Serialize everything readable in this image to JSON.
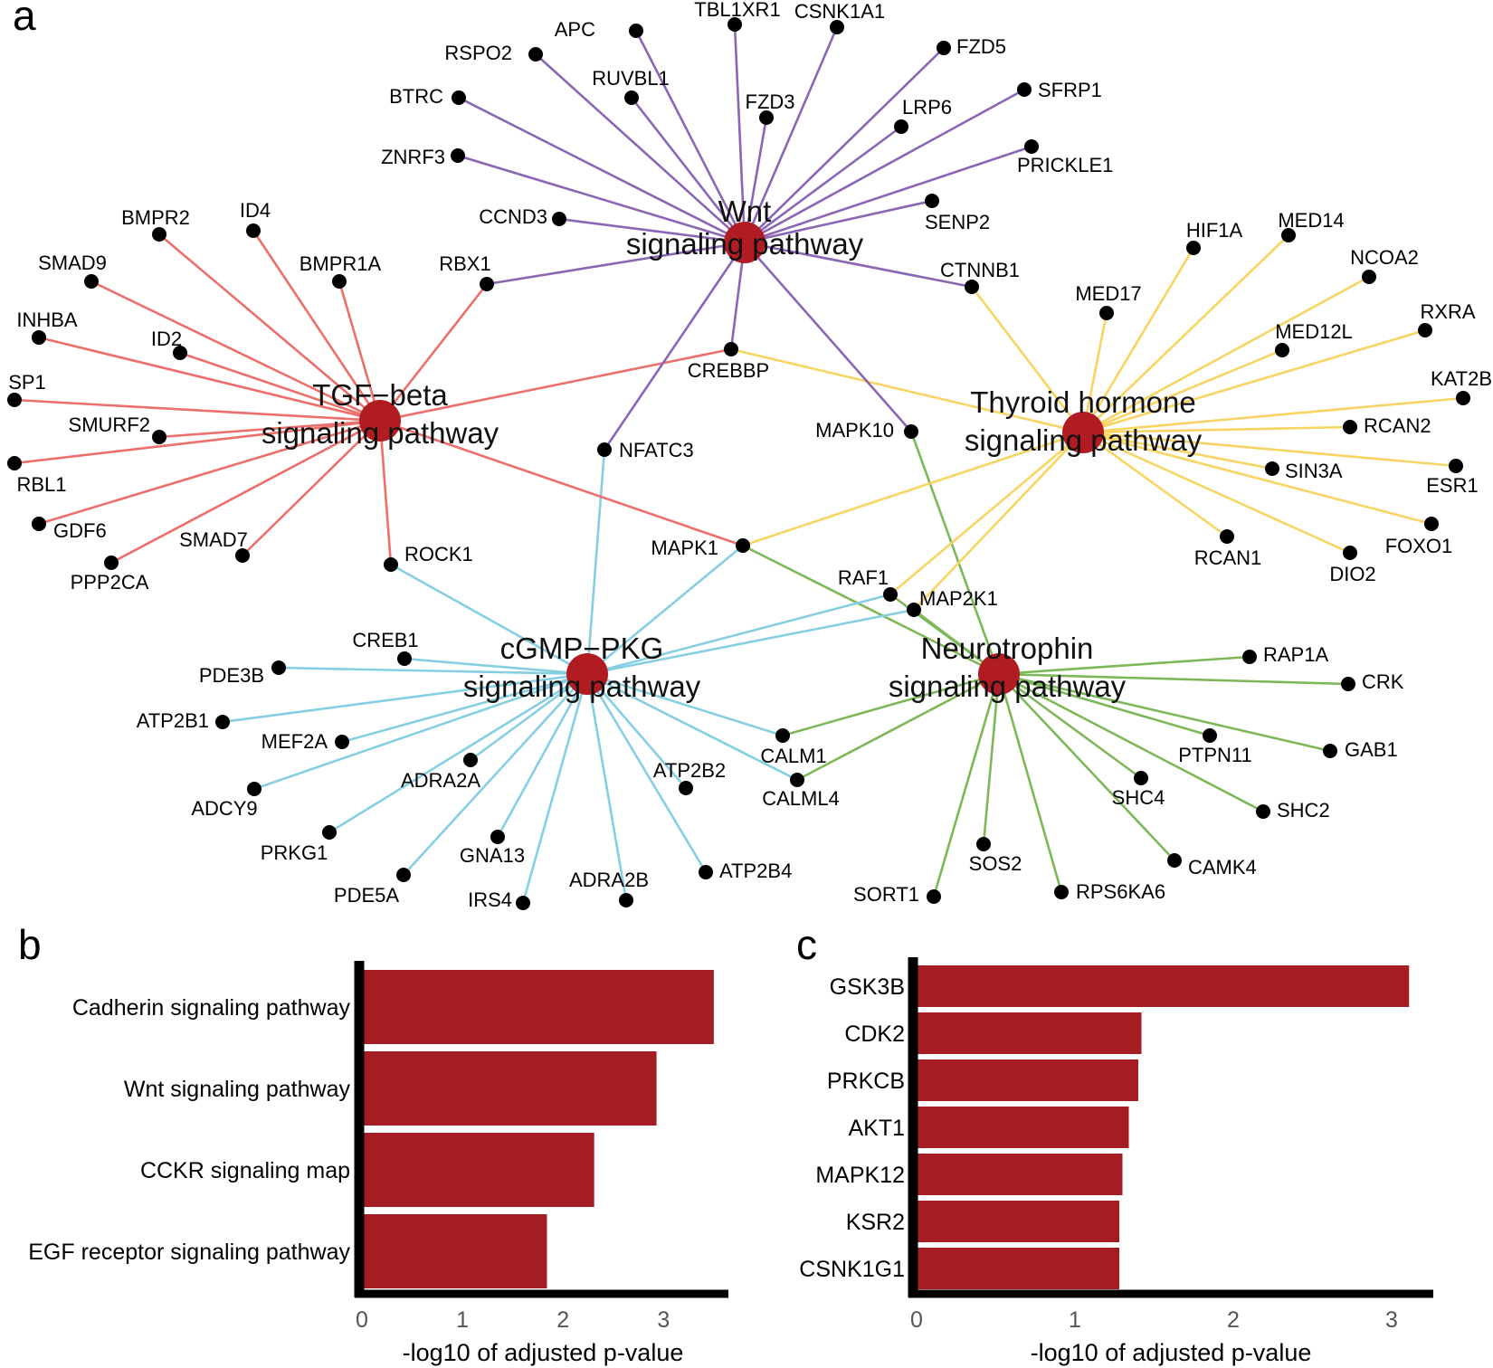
{
  "panels": {
    "a": "a",
    "b": "b",
    "c": "c"
  },
  "colors": {
    "hub": "#b01c22",
    "node": "#000000",
    "bar": "#a61c23",
    "edge_wnt": "#8a66b4",
    "edge_tgf": "#ec6f6b",
    "edge_thyroid": "#f8d562",
    "edge_cgmp": "#86cfe3",
    "edge_neuro": "#7cb858"
  },
  "network": {
    "hubs": [
      {
        "id": "wnt",
        "lines": [
          "Wnt",
          "signaling pathway"
        ]
      },
      {
        "id": "tgf",
        "lines": [
          "TGF−beta",
          "signaling pathway"
        ]
      },
      {
        "id": "thyroid",
        "lines": [
          "Thyroid hormone",
          "signaling pathway"
        ]
      },
      {
        "id": "cgmp",
        "lines": [
          "cGMP−PKG",
          "signaling pathway"
        ]
      },
      {
        "id": "neuro",
        "lines": [
          "Neurotrophin",
          "signaling pathway"
        ]
      }
    ],
    "genes": [
      {
        "name": "APC",
        "pathways": [
          "wnt"
        ]
      },
      {
        "name": "TBL1XR1",
        "pathways": [
          "wnt"
        ]
      },
      {
        "name": "CSNK1A1",
        "pathways": [
          "wnt"
        ]
      },
      {
        "name": "RSPO2",
        "pathways": [
          "wnt"
        ]
      },
      {
        "name": "FZD5",
        "pathways": [
          "wnt"
        ]
      },
      {
        "name": "RUVBL1",
        "pathways": [
          "wnt"
        ]
      },
      {
        "name": "BTRC",
        "pathways": [
          "wnt"
        ]
      },
      {
        "name": "SFRP1",
        "pathways": [
          "wnt"
        ]
      },
      {
        "name": "FZD3",
        "pathways": [
          "wnt"
        ]
      },
      {
        "name": "LRP6",
        "pathways": [
          "wnt"
        ]
      },
      {
        "name": "ZNRF3",
        "pathways": [
          "wnt"
        ]
      },
      {
        "name": "PRICKLE1",
        "pathways": [
          "wnt"
        ]
      },
      {
        "name": "SENP2",
        "pathways": [
          "wnt"
        ]
      },
      {
        "name": "CCND3",
        "pathways": [
          "wnt"
        ]
      },
      {
        "name": "RBX1",
        "pathways": [
          "wnt",
          "tgf"
        ]
      },
      {
        "name": "CTNNB1",
        "pathways": [
          "wnt",
          "thyroid"
        ]
      },
      {
        "name": "CREBBP",
        "pathways": [
          "wnt",
          "tgf",
          "thyroid"
        ]
      },
      {
        "name": "NFATC3",
        "pathways": [
          "wnt",
          "cgmp"
        ]
      },
      {
        "name": "MAPK10",
        "pathways": [
          "wnt",
          "neuro"
        ]
      },
      {
        "name": "BMPR2",
        "pathways": [
          "tgf"
        ]
      },
      {
        "name": "ID4",
        "pathways": [
          "tgf"
        ]
      },
      {
        "name": "SMAD9",
        "pathways": [
          "tgf"
        ]
      },
      {
        "name": "BMPR1A",
        "pathways": [
          "tgf"
        ]
      },
      {
        "name": "INHBA",
        "pathways": [
          "tgf"
        ]
      },
      {
        "name": "ID2",
        "pathways": [
          "tgf"
        ]
      },
      {
        "name": "SP1",
        "pathways": [
          "tgf"
        ]
      },
      {
        "name": "SMURF2",
        "pathways": [
          "tgf"
        ]
      },
      {
        "name": "RBL1",
        "pathways": [
          "tgf"
        ]
      },
      {
        "name": "GDF6",
        "pathways": [
          "tgf"
        ]
      },
      {
        "name": "SMAD7",
        "pathways": [
          "tgf"
        ]
      },
      {
        "name": "PPP2CA",
        "pathways": [
          "tgf"
        ]
      },
      {
        "name": "ROCK1",
        "pathways": [
          "tgf",
          "cgmp"
        ]
      },
      {
        "name": "MAPK1",
        "pathways": [
          "tgf",
          "thyroid",
          "cgmp",
          "neuro"
        ]
      },
      {
        "name": "HIF1A",
        "pathways": [
          "thyroid"
        ]
      },
      {
        "name": "MED14",
        "pathways": [
          "thyroid"
        ]
      },
      {
        "name": "NCOA2",
        "pathways": [
          "thyroid"
        ]
      },
      {
        "name": "MED17",
        "pathways": [
          "thyroid"
        ]
      },
      {
        "name": "RXRA",
        "pathways": [
          "thyroid"
        ]
      },
      {
        "name": "MED12L",
        "pathways": [
          "thyroid"
        ]
      },
      {
        "name": "KAT2B",
        "pathways": [
          "thyroid"
        ]
      },
      {
        "name": "RCAN2",
        "pathways": [
          "thyroid"
        ]
      },
      {
        "name": "SIN3A",
        "pathways": [
          "thyroid"
        ]
      },
      {
        "name": "ESR1",
        "pathways": [
          "thyroid"
        ]
      },
      {
        "name": "FOXO1",
        "pathways": [
          "thyroid"
        ]
      },
      {
        "name": "RCAN1",
        "pathways": [
          "thyroid"
        ]
      },
      {
        "name": "DIO2",
        "pathways": [
          "thyroid"
        ]
      },
      {
        "name": "RAF1",
        "pathways": [
          "thyroid",
          "cgmp",
          "neuro"
        ]
      },
      {
        "name": "MAP2K1",
        "pathways": [
          "thyroid",
          "cgmp",
          "neuro"
        ]
      },
      {
        "name": "CREB1",
        "pathways": [
          "cgmp"
        ]
      },
      {
        "name": "PDE3B",
        "pathways": [
          "cgmp"
        ]
      },
      {
        "name": "ATP2B1",
        "pathways": [
          "cgmp"
        ]
      },
      {
        "name": "MEF2A",
        "pathways": [
          "cgmp"
        ]
      },
      {
        "name": "ADRA2A",
        "pathways": [
          "cgmp"
        ]
      },
      {
        "name": "ADCY9",
        "pathways": [
          "cgmp"
        ]
      },
      {
        "name": "ATP2B2",
        "pathways": [
          "cgmp"
        ]
      },
      {
        "name": "PRKG1",
        "pathways": [
          "cgmp"
        ]
      },
      {
        "name": "GNA13",
        "pathways": [
          "cgmp"
        ]
      },
      {
        "name": "PDE5A",
        "pathways": [
          "cgmp"
        ]
      },
      {
        "name": "ADRA2B",
        "pathways": [
          "cgmp"
        ]
      },
      {
        "name": "IRS4",
        "pathways": [
          "cgmp"
        ]
      },
      {
        "name": "ATP2B4",
        "pathways": [
          "cgmp"
        ]
      },
      {
        "name": "CALM1",
        "pathways": [
          "cgmp",
          "neuro"
        ]
      },
      {
        "name": "CALML4",
        "pathways": [
          "cgmp",
          "neuro"
        ]
      },
      {
        "name": "RAP1A",
        "pathways": [
          "neuro"
        ]
      },
      {
        "name": "CRK",
        "pathways": [
          "neuro"
        ]
      },
      {
        "name": "PTPN11",
        "pathways": [
          "neuro"
        ]
      },
      {
        "name": "GAB1",
        "pathways": [
          "neuro"
        ]
      },
      {
        "name": "SHC4",
        "pathways": [
          "neuro"
        ]
      },
      {
        "name": "SHC2",
        "pathways": [
          "neuro"
        ]
      },
      {
        "name": "CAMK4",
        "pathways": [
          "neuro"
        ]
      },
      {
        "name": "SOS2",
        "pathways": [
          "neuro"
        ]
      },
      {
        "name": "RPS6KA6",
        "pathways": [
          "neuro"
        ]
      },
      {
        "name": "SORT1",
        "pathways": [
          "neuro"
        ]
      }
    ]
  },
  "chart_data": [
    {
      "type": "bar",
      "orientation": "horizontal",
      "categories": [
        "Cadherin signaling pathway",
        "Wnt signaling pathway",
        "CCKR signaling map",
        "EGF receptor signaling pathway"
      ],
      "values": [
        3.5,
        2.93,
        2.31,
        1.84
      ],
      "xlabel": "-log10 of adjusted p-value",
      "xticks": [
        "0",
        "1",
        "2",
        "3"
      ],
      "xlim": [
        0,
        3.6
      ]
    },
    {
      "type": "bar",
      "orientation": "horizontal",
      "categories": [
        "GSK3B",
        "CDK2",
        "PRKCB",
        "AKT1",
        "MAPK12",
        "KSR2",
        "CSNK1G1"
      ],
      "values": [
        3.11,
        1.42,
        1.4,
        1.34,
        1.3,
        1.28,
        1.28
      ],
      "xlabel": "-log10 of adjusted p-value",
      "xticks": [
        "0",
        "1",
        "2",
        "3"
      ],
      "xlim": [
        0,
        3.2
      ]
    }
  ]
}
